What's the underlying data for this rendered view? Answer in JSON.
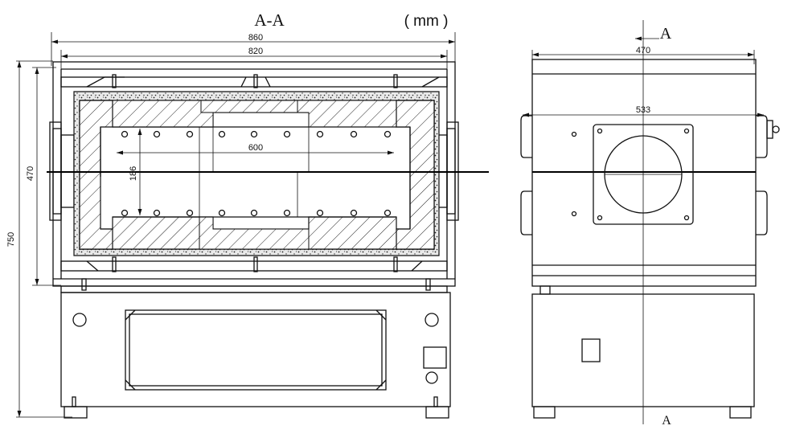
{
  "title": {
    "section": "A-A",
    "unit": "( mm )",
    "section_marker_top": "A",
    "section_marker_bottom": "A"
  },
  "dimensions": {
    "overall_width": "860",
    "inner_width": "820",
    "side_width": "470",
    "side_inner_width": "533",
    "chamber_length": "600",
    "chamber_height": "186",
    "furnace_height": "470",
    "total_height": "750"
  }
}
